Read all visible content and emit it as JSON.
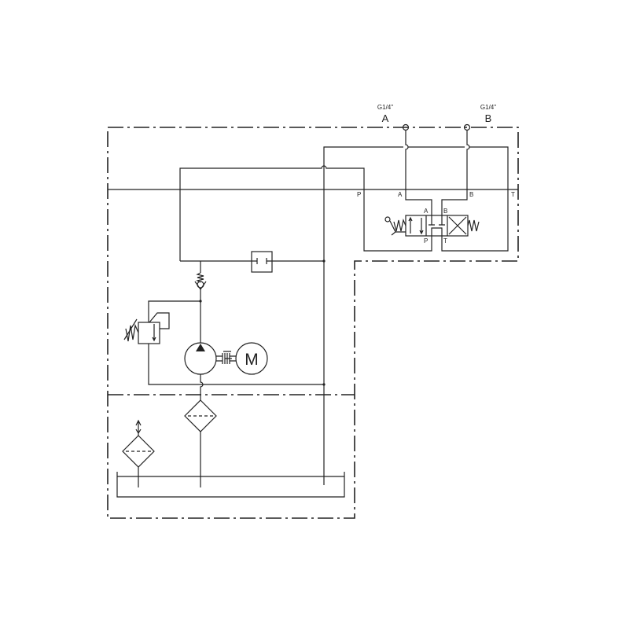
{
  "ports": {
    "a": {
      "thread": "G1/4\"",
      "name": "A"
    },
    "b": {
      "thread": "G1/4\"",
      "name": "B"
    }
  },
  "manifold_ports": {
    "p": "P",
    "a": "A",
    "b": "B",
    "t": "T"
  },
  "valve_ports": {
    "a": "A",
    "b": "B",
    "p": "P",
    "t": "T"
  },
  "motor": {
    "label": "M"
  }
}
